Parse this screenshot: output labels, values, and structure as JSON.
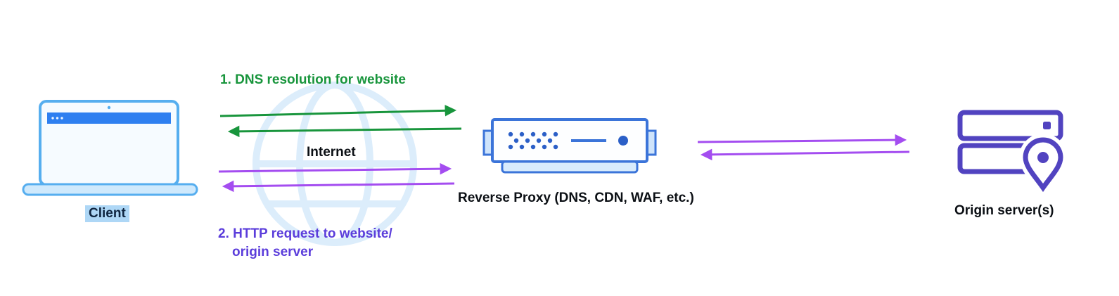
{
  "diagram": {
    "nodes": {
      "client": {
        "label": "Client",
        "icon": "laptop-icon"
      },
      "internet": {
        "label": "Internet",
        "icon": "globe-icon"
      },
      "reverse_proxy": {
        "label": "Reverse Proxy (DNS, CDN, WAF, etc.)",
        "icon": "proxy-appliance-icon"
      },
      "origin": {
        "label": "Origin server(s)",
        "icon": "server-stack-location-icon"
      }
    },
    "steps": {
      "step1": {
        "label": "1. DNS resolution for website",
        "color": "#18953c",
        "direction": "bidirectional",
        "from": "client",
        "to": "reverse_proxy"
      },
      "step2": {
        "label_line1": "2. HTTP request to website/",
        "label_line2": "origin server",
        "color": "#5b3ddb",
        "direction": "bidirectional",
        "from": "client",
        "to": "reverse_proxy"
      }
    },
    "links": {
      "proxy_origin": {
        "direction": "bidirectional",
        "color": "#a44df0"
      }
    },
    "colors": {
      "green_arrow": "#18953c",
      "purple_arrow": "#a44df0",
      "purple_text": "#5b3ddb",
      "laptop_blue": "#56aeef",
      "titlebar_blue": "#2e7ff0",
      "proxy_blue": "#3b74d9",
      "proxy_dot_blue": "#2b5fc7",
      "origin_indigo": "#5143c0",
      "globe_watermark": "#dcedfb",
      "highlight_blue": "#aed7f6"
    }
  }
}
